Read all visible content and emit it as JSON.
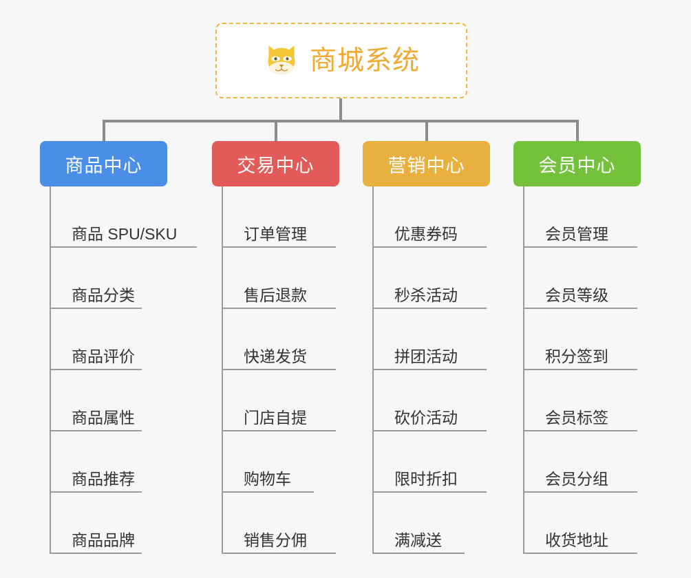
{
  "root": {
    "title": "商城系统",
    "icon": "dog-face-icon",
    "border_color": "#eeb544",
    "text_color": "#eeaa33",
    "background": "#ffffff"
  },
  "canvas": {
    "background": "#f7f7f7",
    "connector_color": "#8c8c8c",
    "leaf_line_color": "#9a9a9a",
    "leaf_text_color": "#333333"
  },
  "branches": [
    {
      "label": "商品中心",
      "color": "#4a8ee8",
      "leaves": [
        "商品 SPU/SKU",
        "商品分类",
        "商品评价",
        "商品属性",
        "商品推荐",
        "商品品牌"
      ]
    },
    {
      "label": "交易中心",
      "color": "#e35b58",
      "leaves": [
        "订单管理",
        "售后退款",
        "快递发货",
        "门店自提",
        "购物车",
        "销售分佣"
      ]
    },
    {
      "label": "营销中心",
      "color": "#eab03f",
      "leaves": [
        "优惠券码",
        "秒杀活动",
        "拼团活动",
        "砍价活动",
        "限时折扣",
        "满减送"
      ]
    },
    {
      "label": "会员中心",
      "color": "#74c23c",
      "leaves": [
        "会员管理",
        "会员等级",
        "积分签到",
        "会员标签",
        "会员分组",
        "收货地址"
      ]
    }
  ]
}
